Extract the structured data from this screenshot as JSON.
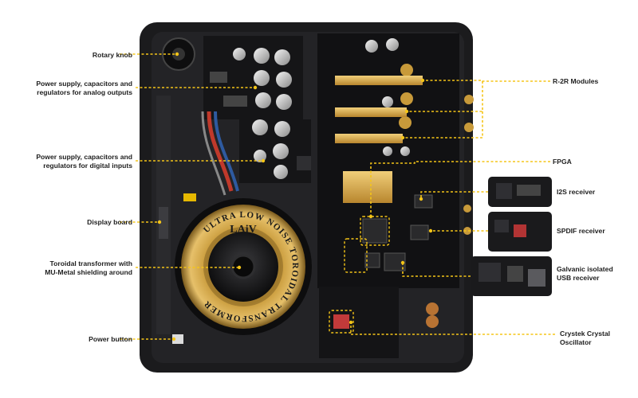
{
  "colors": {
    "callout": "#f5c518",
    "chassis": "#1b1b1d",
    "pcb": "#151517",
    "gold": "#c89a3a",
    "copper": "#b87333",
    "text": "#1e1e1e"
  },
  "product": {
    "logo_text": "LAiV",
    "ring_text": "ULTRA LOW NOISE TOROIDAL TRANSFORMER"
  },
  "labels": {
    "rotary_knob": "Rotary knob",
    "psu_analog": "Power supply, capacitors and\nregulators for analog outputs",
    "psu_digital": "Power supply, capacitors and\nregulators for digital inputs",
    "display_board": "Display board",
    "toroidal": "Toroidal transformer with\nMU-Metal shielding around",
    "power_button": "Power button",
    "r2r": "R-2R Modules",
    "fpga": "FPGA",
    "i2s": "I2S receiver",
    "spdif": "SPDIF receiver",
    "usb": "Galvanic isolated\nUSB receiver",
    "crystek": "Crystek Crystal\nOscillator"
  }
}
